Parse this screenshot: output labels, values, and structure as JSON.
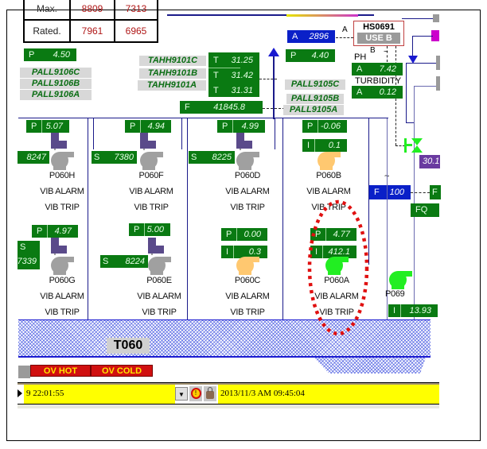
{
  "rating_table": {
    "rows": [
      {
        "label": "Max.",
        "a": "8809",
        "b": "7313"
      },
      {
        "label": "Rated.",
        "a": "7961",
        "b": "6965"
      }
    ]
  },
  "tags": {
    "pall9106": [
      "PALL9106C",
      "PALL9106B",
      "PALL9106A"
    ],
    "tahh9101": [
      "TAHH9101C",
      "TAHH9101B",
      "TAHH9101A"
    ],
    "pall9105": [
      "PALL9105C",
      "PALL9105B",
      "PALL9105A"
    ]
  },
  "readings": {
    "header_p": {
      "label": "P",
      "value": "4.50"
    },
    "temps": [
      {
        "label": "T",
        "value": "31.25"
      },
      {
        "label": "T",
        "value": "31.42"
      },
      {
        "label": "T",
        "value": "31.31"
      }
    ],
    "flow": {
      "label": "F",
      "value": "41845.8"
    },
    "analyzer_a": {
      "label": "A",
      "value": "2896"
    },
    "discharge_p": {
      "label": "P",
      "value": "4.40"
    },
    "ph": {
      "title": "PH",
      "label": "A",
      "value": "7.42"
    },
    "turbidity": {
      "title": "TURBIDITY",
      "label": "A",
      "value": "0.12"
    },
    "flow_ctrl": {
      "label": "F",
      "value": "100"
    },
    "fq": {
      "label": "FQ"
    },
    "f_small": {
      "label": "F"
    },
    "purple_val": {
      "value": "30.1"
    }
  },
  "switch": {
    "id": "HS0691",
    "state": "USE B",
    "port_a": "A",
    "port_b": "B"
  },
  "pumps": [
    {
      "id": "P060H",
      "p": "5.07",
      "s_label": "",
      "s": "8247",
      "color": "#a0a0a0",
      "alarm": "VIB ALARM",
      "trip": "VIB TRIP"
    },
    {
      "id": "P060F",
      "p": "4.94",
      "s_label": "S",
      "s": "7380",
      "color": "#a0a0a0",
      "alarm": "VIB ALARM",
      "trip": "VIB TRIP"
    },
    {
      "id": "P060D",
      "p": "4.99",
      "s_label": "S",
      "s": "8225",
      "color": "#a0a0a0",
      "alarm": "VIB ALARM",
      "trip": "VIB TRIP"
    },
    {
      "id": "P060B",
      "p": "-0.06",
      "i": "0.1",
      "color": "#ffc870",
      "alarm": "VIB ALARM",
      "trip": "VIB TRIP"
    },
    {
      "id": "P060G",
      "p": "4.97",
      "s_label": "S",
      "s": "7339",
      "color": "#a0a0a0",
      "alarm": "VIB ALARM",
      "trip": "VIB TRIP"
    },
    {
      "id": "P060E",
      "p": "5.00",
      "s_label": "S",
      "s": "8224",
      "color": "#a0a0a0",
      "alarm": "VIB ALARM",
      "trip": "VIB TRIP"
    },
    {
      "id": "P060C",
      "p": "0.00",
      "i": "0.3",
      "color": "#ffc870",
      "alarm": "VIB ALARM",
      "trip": "VIB TRIP"
    },
    {
      "id": "P060A",
      "p": "4.77",
      "i": "412.1",
      "color": "#22ee22",
      "alarm": "VIB ALARM",
      "trip": "VIB TRIP"
    },
    {
      "id": "P069",
      "i": "13.93",
      "color": "#22ee22"
    }
  ],
  "labels": {
    "p": "P",
    "i": "I"
  },
  "tank": {
    "id": "T060"
  },
  "buttons": {
    "ov_hot": "OV HOT",
    "ov_cold": "OV COLD"
  },
  "status_bar": {
    "alarm_text": "9 22:01:55",
    "datetime": "2013/11/3  AM 09:45:04"
  },
  "colors": {
    "green_box": "#0a7a12",
    "blue_box": "#0a20c8",
    "alarm_red": "#d01010",
    "status_yellow": "#ffff00"
  }
}
